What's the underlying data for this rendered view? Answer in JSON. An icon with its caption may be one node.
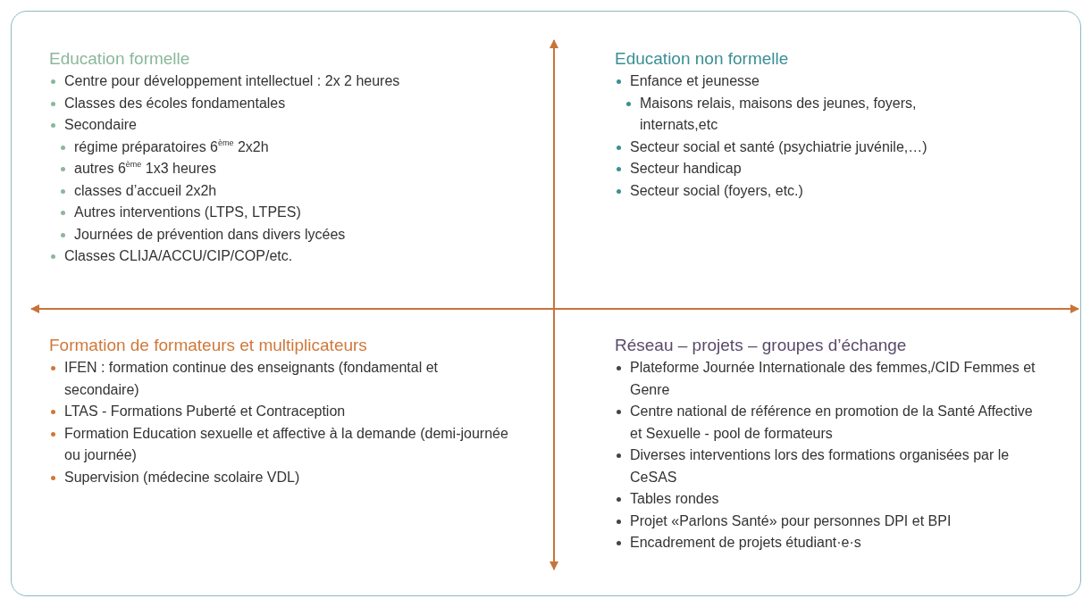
{
  "diagram": {
    "labels": [
      "Education formelle",
      "Centre pour développement intellectuel : 2x 2 heures",
      "Classes des écoles fondamentales",
      "Secondaire",
      "régime préparatoires 6$^{ème}$ 2x2h",
      "autres 6$^{ème}$ 1x3 heures",
      "classes d’accueil 2x2h",
      "Autres interventions (LTPS, LTPES)",
      "Journées de prévention dans divers lycées",
      "Classes CLIJA/ACCU/CIP/COP/etc.",
      "Education non formelle",
      "Enfance et jeunesse",
      "Maisons relais, maisons des jeunes, foyers, internats,etc",
      "Secteur social et santé (psychiatrie juvénile,…)",
      "Secteur handicap",
      "Secteur social (foyers, etc.)",
      "Formation de formateurs et multiplicateurs",
      "IFEN : formation continue des enseignants (fondamental et secondaire)",
      "LTAS - Formations Puberté et Contraception",
      "Formation Education sexuelle et affective à la demande (demi-journée ou journée)",
      "Supervision (médecine scolaire VDL)",
      "Réseau – projets – groupes d’échange",
      "Plateforme Journée Internationale des femmes,/CID Femmes et Genre",
      "Centre national de référence en promotion de la Santé Affective et Sexuelle - pool de formateurs",
      "Diverses interventions lors des formations organisées par le CeSAS",
      "Tables rondes",
      "Projet «Parlons Santé» pour personnes DPI et BPI",
      "Encadrement de projets étudiant·e·s"
    ]
  }
}
